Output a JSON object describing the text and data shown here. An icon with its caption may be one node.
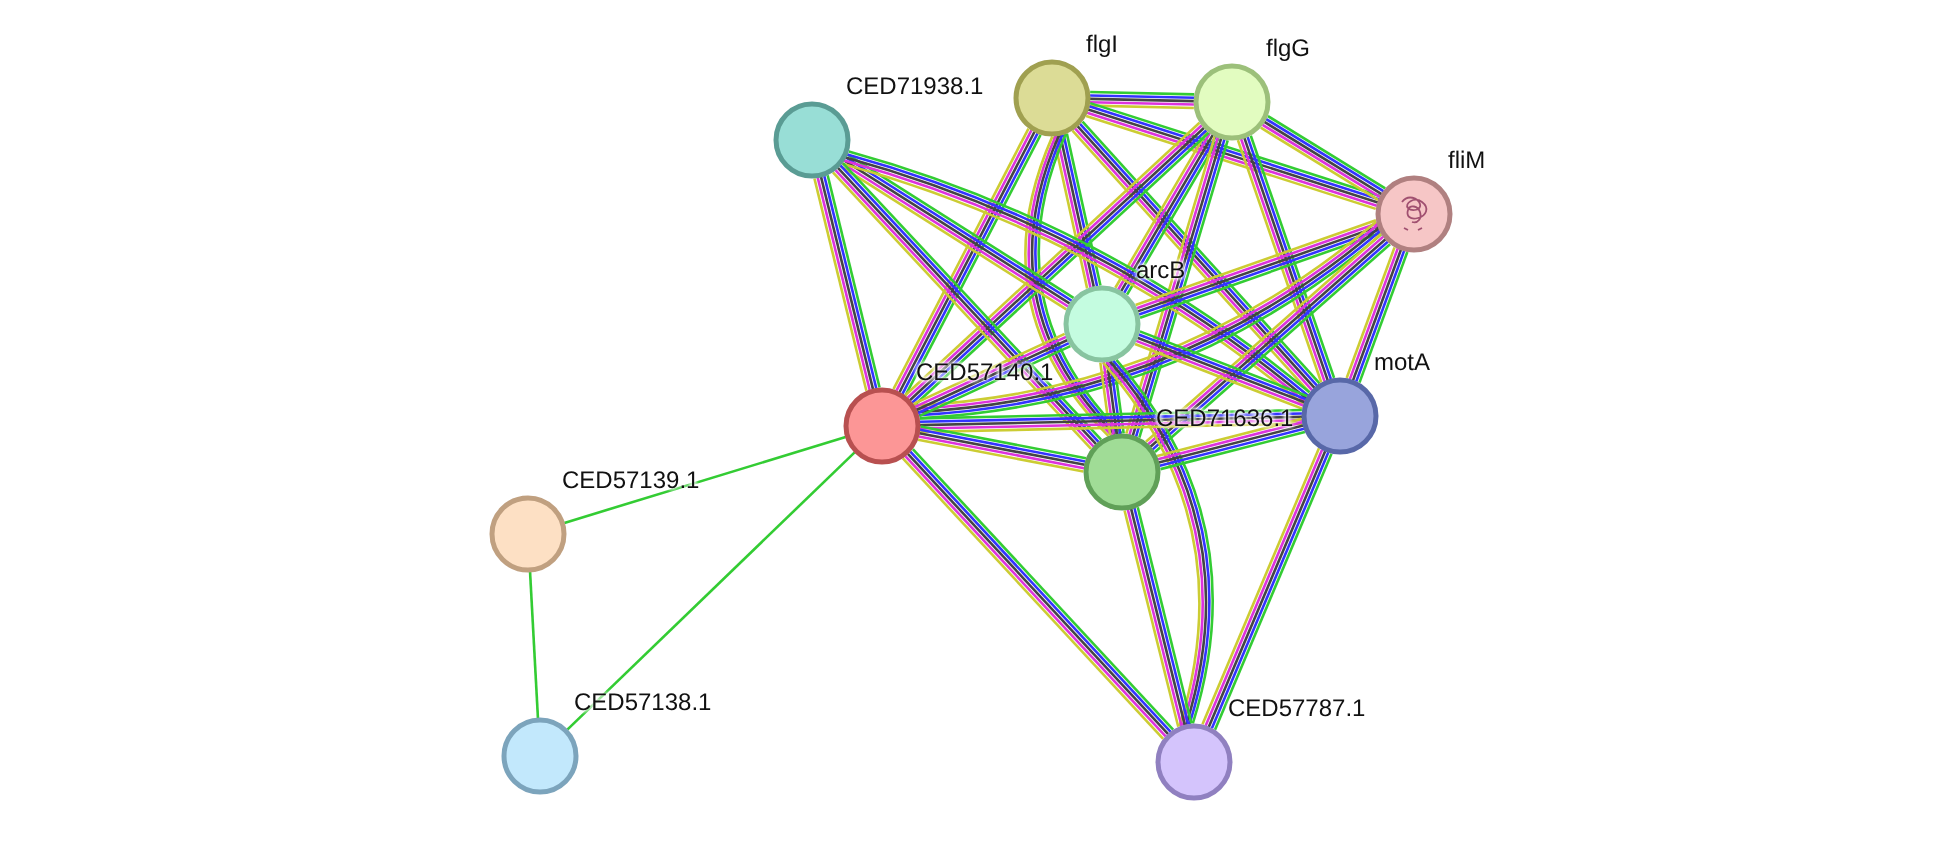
{
  "diagram": {
    "nodes": [
      {
        "text": [
          "flgI"
        ]
      },
      {
        "text": [
          "flgG"
        ]
      },
      {
        "text": [
          "CED71938.1"
        ]
      },
      {
        "text": [
          "fliM"
        ]
      },
      {
        "text": [
          "arcB"
        ]
      },
      {
        "text": [
          "CED57140.1"
        ]
      },
      {
        "text": [
          "motA"
        ]
      },
      {
        "text": [
          "CED71636.1"
        ]
      },
      {
        "text": [
          "CED57139.1"
        ]
      },
      {
        "text": [
          "CED57138.1"
        ]
      },
      {
        "text": [
          "CED57787.1"
        ]
      }
    ],
    "edges": [
      {
        "from": 0,
        "to": 1,
        "arrow": "none"
      },
      {
        "from": 0,
        "to": 3,
        "arrow": "none"
      },
      {
        "from": 0,
        "to": 4,
        "arrow": "none"
      },
      {
        "from": 0,
        "to": 5,
        "arrow": "none"
      },
      {
        "from": 0,
        "to": 6,
        "arrow": "none"
      },
      {
        "from": 0,
        "to": 7,
        "arrow": "none"
      },
      {
        "from": 1,
        "to": 3,
        "arrow": "none"
      },
      {
        "from": 1,
        "to": 4,
        "arrow": "none"
      },
      {
        "from": 1,
        "to": 5,
        "arrow": "none"
      },
      {
        "from": 1,
        "to": 6,
        "arrow": "none"
      },
      {
        "from": 1,
        "to": 7,
        "arrow": "none"
      },
      {
        "from": 2,
        "to": 4,
        "arrow": "none"
      },
      {
        "from": 2,
        "to": 5,
        "arrow": "none"
      },
      {
        "from": 2,
        "to": 6,
        "arrow": "none"
      },
      {
        "from": 2,
        "to": 7,
        "arrow": "none"
      },
      {
        "from": 3,
        "to": 4,
        "arrow": "none"
      },
      {
        "from": 3,
        "to": 5,
        "arrow": "none"
      },
      {
        "from": 3,
        "to": 6,
        "arrow": "none"
      },
      {
        "from": 3,
        "to": 7,
        "arrow": "none"
      },
      {
        "from": 4,
        "to": 5,
        "arrow": "none"
      },
      {
        "from": 4,
        "to": 6,
        "arrow": "none"
      },
      {
        "from": 4,
        "to": 7,
        "arrow": "none"
      },
      {
        "from": 4,
        "to": 10,
        "arrow": "none"
      },
      {
        "from": 5,
        "to": 6,
        "arrow": "none"
      },
      {
        "from": 5,
        "to": 7,
        "arrow": "none"
      },
      {
        "from": 5,
        "to": 8,
        "arrow": "none",
        "color": "#33cc33"
      },
      {
        "from": 5,
        "to": 9,
        "arrow": "none",
        "color": "#33cc33"
      },
      {
        "from": 5,
        "to": 10,
        "arrow": "none"
      },
      {
        "from": 6,
        "to": 7,
        "arrow": "none"
      },
      {
        "from": 6,
        "to": 10,
        "arrow": "none"
      },
      {
        "from": 7,
        "to": 10,
        "arrow": "none"
      },
      {
        "from": 8,
        "to": 9,
        "arrow": "none",
        "color": "#33cc33"
      }
    ]
  }
}
